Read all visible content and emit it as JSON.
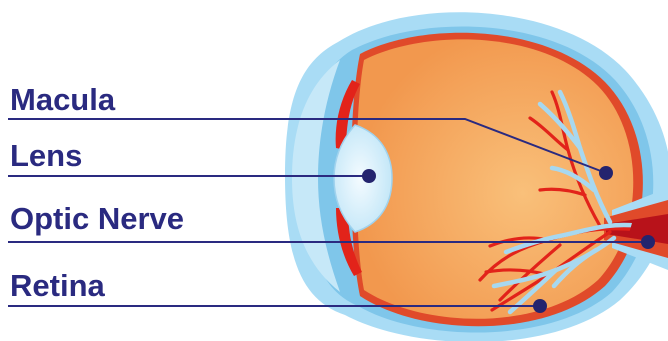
{
  "diagram": {
    "labels": {
      "macula": "Macula",
      "lens": "Lens",
      "optic_nerve": "Optic Nerve",
      "retina": "Retina"
    },
    "colors": {
      "label_text": "#2a2a80",
      "leader_line": "#2a2a80",
      "marker_dot": "#24246e",
      "sclera_outer": "#a9dcf5",
      "eyeball_fill": "#f5a35e",
      "eyeball_center": "#f9c07a",
      "vessel_red": "#e2231a",
      "vessel_blue": "#a7d8f0",
      "lens_fill": "#d9f0fb"
    }
  }
}
